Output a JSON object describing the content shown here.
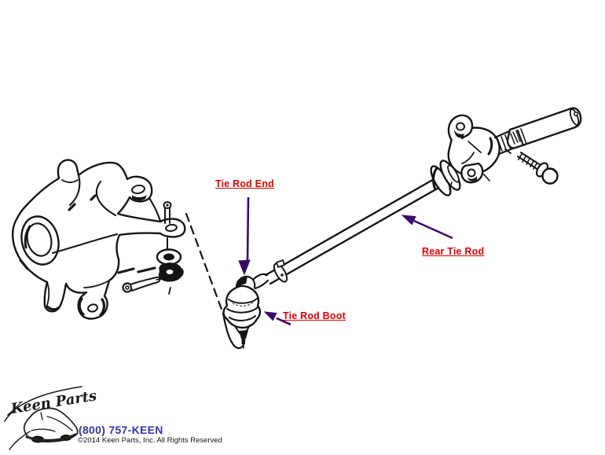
{
  "diagram": {
    "labels": {
      "tie_rod_end": "Tie Rod End",
      "rear_tie_rod": "Rear Tie Rod",
      "tie_rod_boot": "Tie Rod Boot"
    },
    "label_color": "#e60000",
    "arrow_color": "#380a6e"
  },
  "footer": {
    "logo_text": "Keen Parts",
    "phone": "(800) 757-KEEN",
    "phone_color": "#3633a6",
    "copyright": "©2014 Keen Parts, Inc. All Rights Reserved"
  }
}
